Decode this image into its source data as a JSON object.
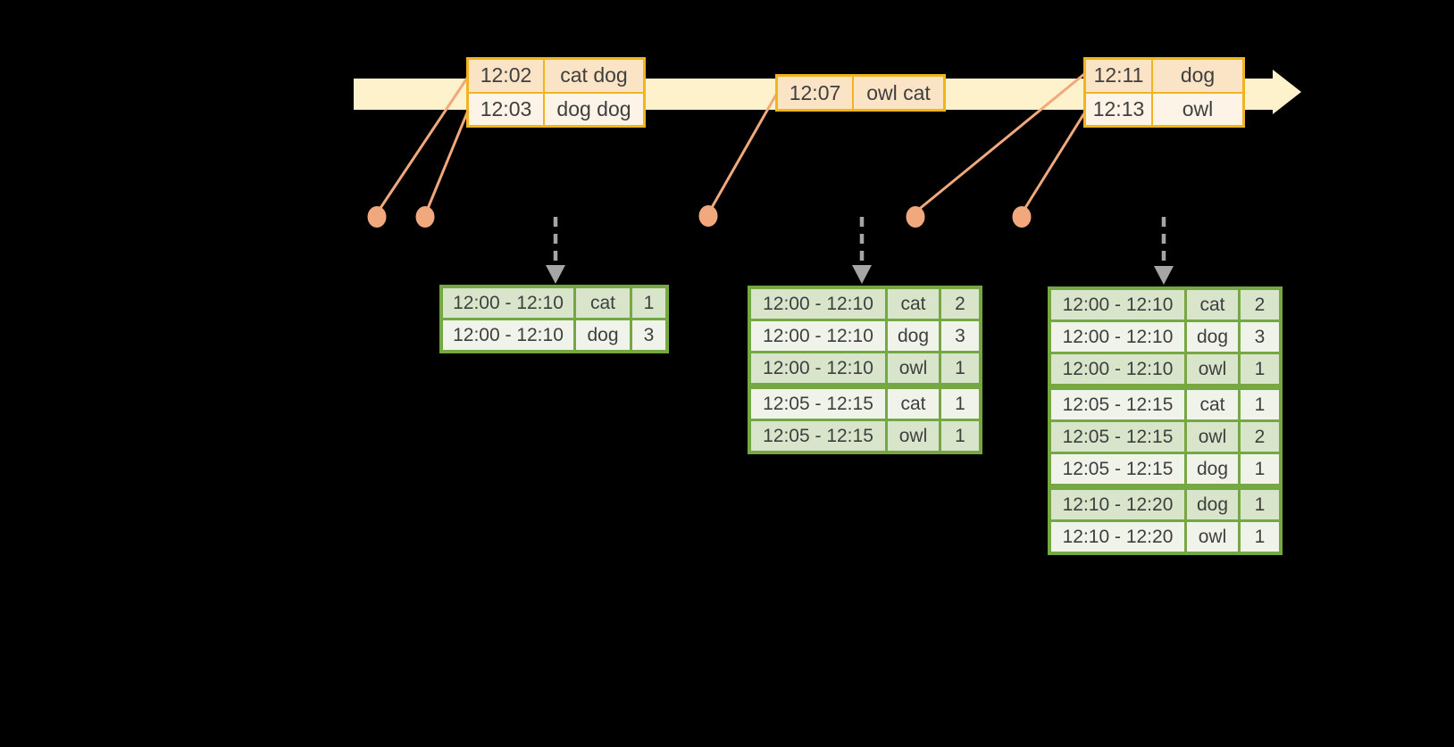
{
  "colors": {
    "timeline_fill": "#fdf2cc",
    "event_border": "#f1b31f",
    "event_fill_dark": "#fbe3c6",
    "event_fill_light": "#fdf3e6",
    "connector": "#f1a87c",
    "trigger_gray": "#a5a5a5",
    "table_border": "#75a743",
    "table_fill_dark": "#d8e5cb",
    "table_fill_light": "#eff3ea",
    "text_color": "#3f3f3f"
  },
  "timeline": {
    "event_groups": [
      {
        "rows": [
          {
            "time": "12:02",
            "words": "cat dog"
          },
          {
            "time": "12:03",
            "words": "dog dog"
          }
        ]
      },
      {
        "rows": [
          {
            "time": "12:07",
            "words": "owl cat"
          }
        ]
      },
      {
        "rows": [
          {
            "time": "12:11",
            "words": "dog"
          },
          {
            "time": "12:13",
            "words": "owl"
          }
        ]
      }
    ]
  },
  "result_tables": [
    {
      "group_starts": [],
      "rows": [
        {
          "window": "12:00 - 12:10",
          "word": "cat",
          "count": "1"
        },
        {
          "window": "12:00 - 12:10",
          "word": "dog",
          "count": "3"
        }
      ]
    },
    {
      "group_starts": [
        3
      ],
      "rows": [
        {
          "window": "12:00 - 12:10",
          "word": "cat",
          "count": "2"
        },
        {
          "window": "12:00 - 12:10",
          "word": "dog",
          "count": "3"
        },
        {
          "window": "12:00 - 12:10",
          "word": "owl",
          "count": "1"
        },
        {
          "window": "12:05 - 12:15",
          "word": "cat",
          "count": "1"
        },
        {
          "window": "12:05 - 12:15",
          "word": "owl",
          "count": "1"
        }
      ]
    },
    {
      "group_starts": [
        3,
        6
      ],
      "rows": [
        {
          "window": "12:00 - 12:10",
          "word": "cat",
          "count": "2"
        },
        {
          "window": "12:00 - 12:10",
          "word": "dog",
          "count": "3"
        },
        {
          "window": "12:00 - 12:10",
          "word": "owl",
          "count": "1"
        },
        {
          "window": "12:05 - 12:15",
          "word": "cat",
          "count": "1"
        },
        {
          "window": "12:05 - 12:15",
          "word": "owl",
          "count": "2"
        },
        {
          "window": "12:05 - 12:15",
          "word": "dog",
          "count": "1"
        },
        {
          "window": "12:10 - 12:20",
          "word": "dog",
          "count": "1"
        },
        {
          "window": "12:10 - 12:20",
          "word": "owl",
          "count": "1"
        }
      ]
    }
  ]
}
